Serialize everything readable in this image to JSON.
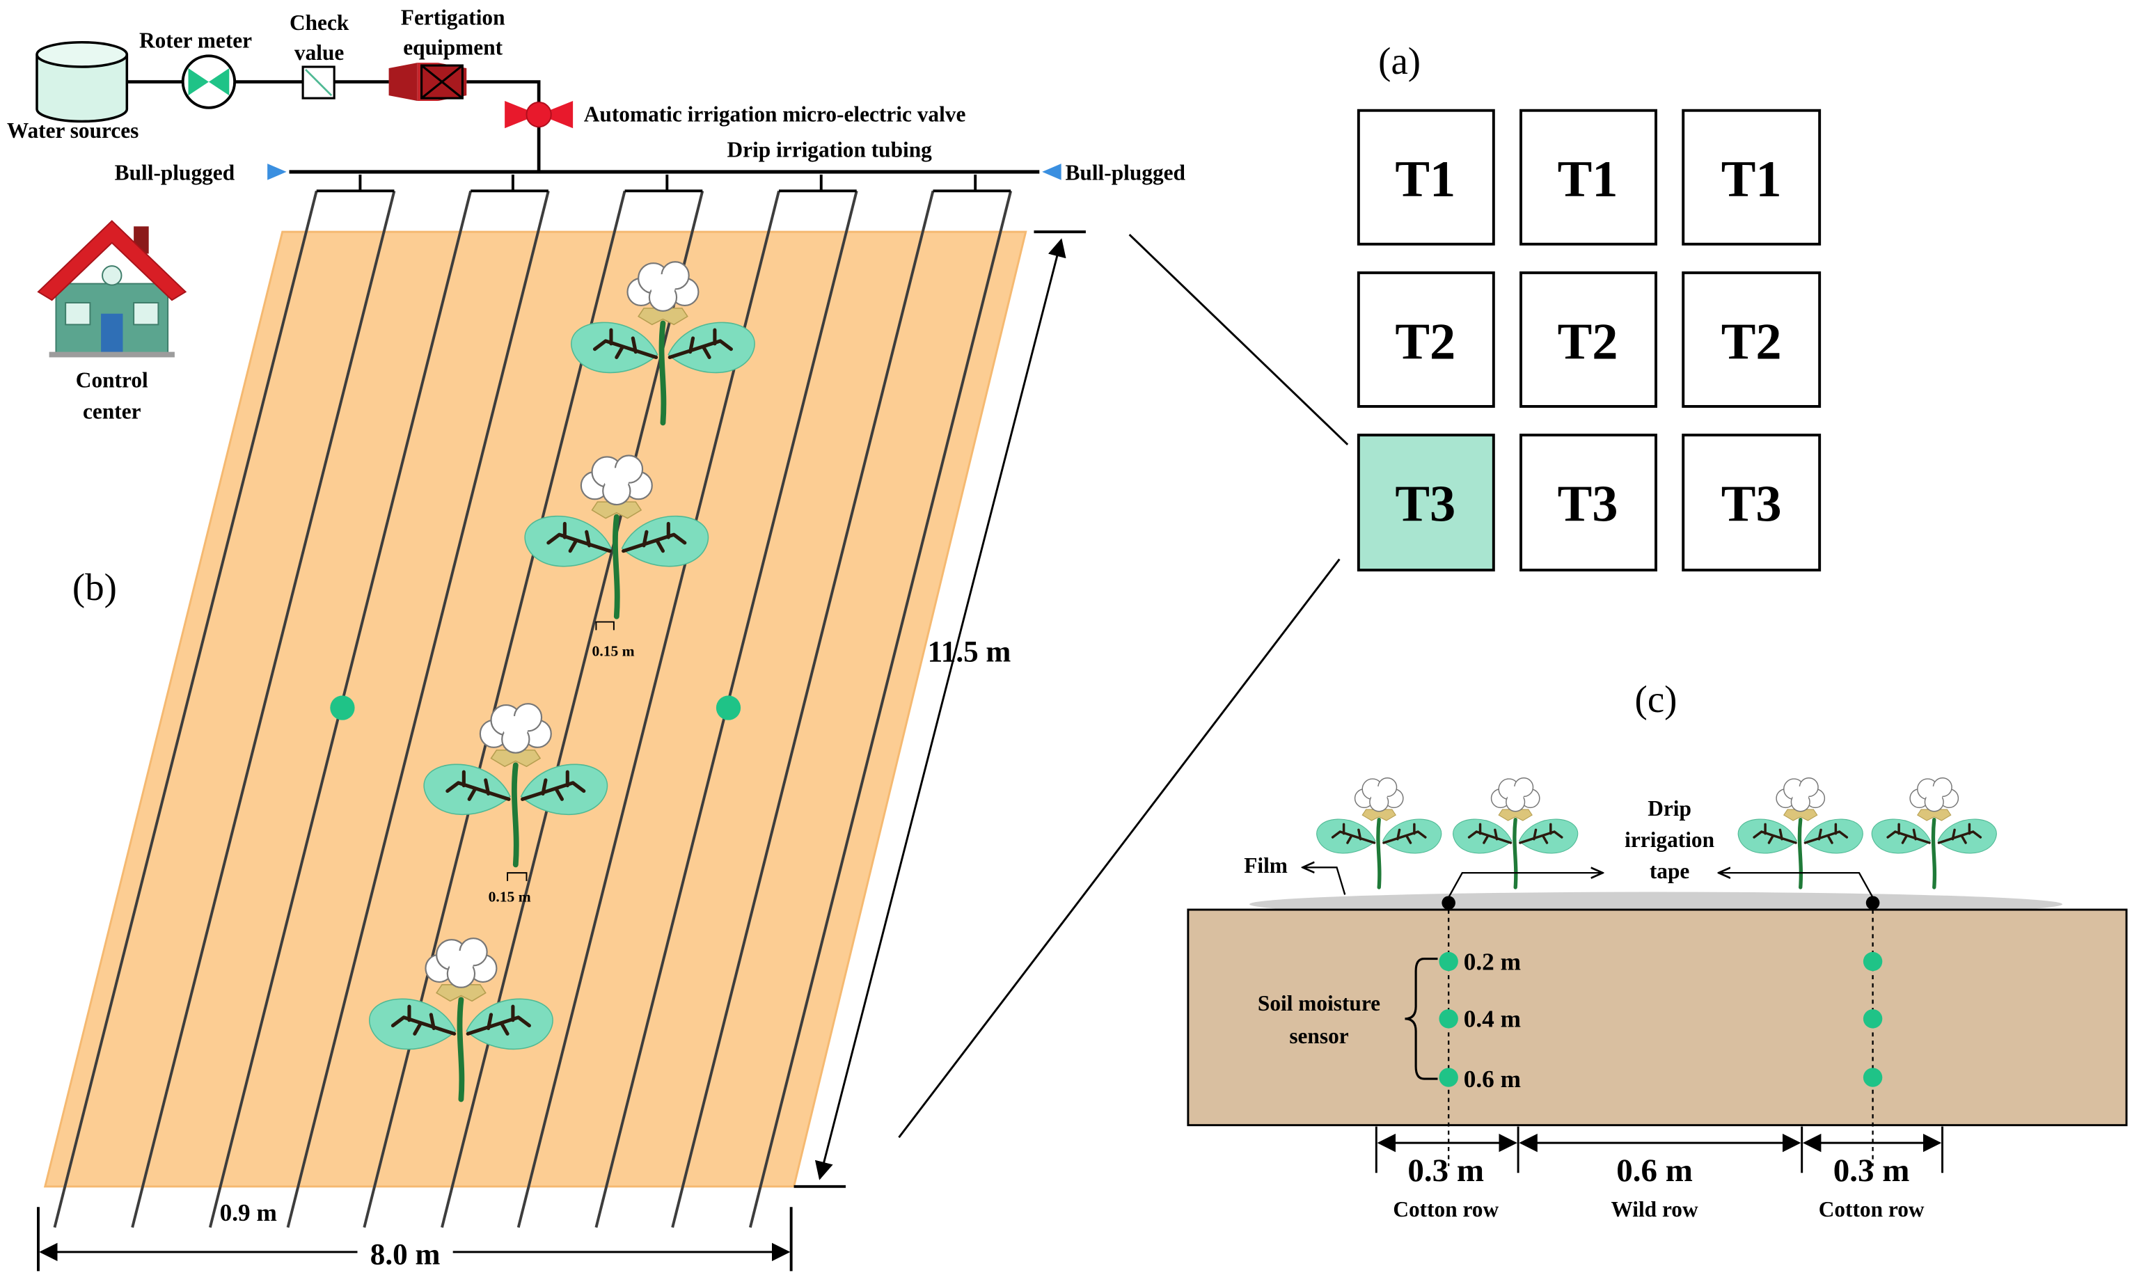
{
  "colors": {
    "field": "#FCCB8E",
    "field_stroke": "#F5B66A",
    "leaf": "#7EDDBE",
    "leaf_vein": "#2B1A0E",
    "stem": "#1F7A38",
    "boll": "#DCC57A",
    "sensor": "#1FC387",
    "soil": "#D9BFA0",
    "film": "#CFCFCF",
    "highlight_cell": "#A9E5D0",
    "valve_red": "#E8192C",
    "rotor_green": "#1FC387",
    "equipment_red": "#A8191E",
    "plug_blue": "#3A8FE0",
    "house_roof": "#D81E25",
    "house_wall": "#5BA58F",
    "tank": "#D7F3E8"
  },
  "panel_labels": {
    "a": "(a)",
    "b": "(b)",
    "c": "(c)"
  },
  "system": {
    "water_sources": "Water sources",
    "rotor_meter": "Roter meter",
    "check_value_line1": "Check",
    "check_value_line2": "value",
    "fertigation_line1": "Fertigation",
    "fertigation_line2": "equipment",
    "valve": "Automatic irrigation micro-electric valve",
    "tubing": "Drip irrigation tubing",
    "bull_plugged_left": "Bull-plugged",
    "bull_plugged_right": "Bull-plugged",
    "control_line1": "Control",
    "control_line2": "center"
  },
  "field": {
    "length": "11.5 m",
    "width": "8.0 m",
    "row_spacing": "0.9 m",
    "plant_spacing_1": "0.15 m",
    "plant_spacing_2": "0.15 m"
  },
  "treatments": {
    "grid": [
      [
        "T1",
        "T1",
        "T1"
      ],
      [
        "T2",
        "T2",
        "T2"
      ],
      [
        "T3",
        "T3",
        "T3"
      ]
    ],
    "highlighted": "T3 (row 3, column 1)"
  },
  "cross_section": {
    "film": "Film",
    "drip_line1": "Drip",
    "drip_line2": "irrigation",
    "drip_line3": "tape",
    "sensor_line1": "Soil moisture",
    "sensor_line2": "sensor",
    "depths": [
      "0.2 m",
      "0.4 m",
      "0.6 m"
    ],
    "widths": [
      "0.3 m",
      "0.6 m",
      "0.3 m"
    ],
    "row_labels": [
      "Cotton row",
      "Wild row",
      "Cotton row"
    ]
  }
}
